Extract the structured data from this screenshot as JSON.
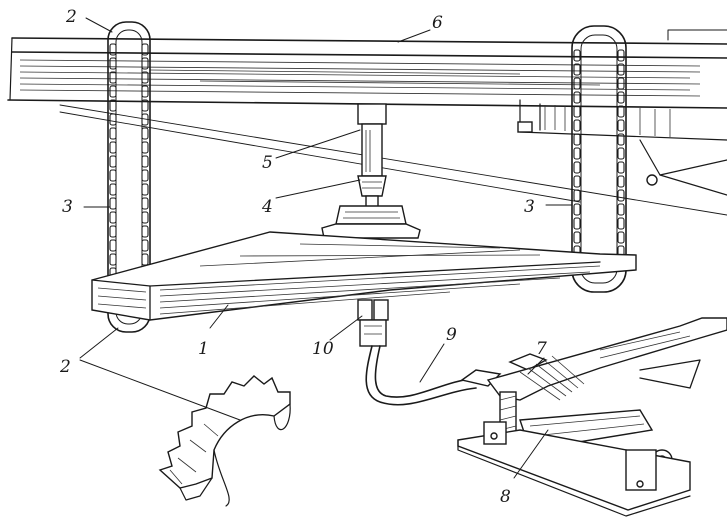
{
  "diagram": {
    "callouts": [
      {
        "id": "label-2-top",
        "text": "2"
      },
      {
        "id": "label-6",
        "text": "6"
      },
      {
        "id": "label-5",
        "text": "5"
      },
      {
        "id": "label-4",
        "text": "4"
      },
      {
        "id": "label-3-left",
        "text": "3"
      },
      {
        "id": "label-3-right",
        "text": "3"
      },
      {
        "id": "label-1",
        "text": "1"
      },
      {
        "id": "label-10",
        "text": "10"
      },
      {
        "id": "label-9",
        "text": "9"
      },
      {
        "id": "label-7",
        "text": "7"
      },
      {
        "id": "label-2-bottom",
        "text": "2"
      },
      {
        "id": "label-8",
        "text": "8"
      }
    ]
  }
}
